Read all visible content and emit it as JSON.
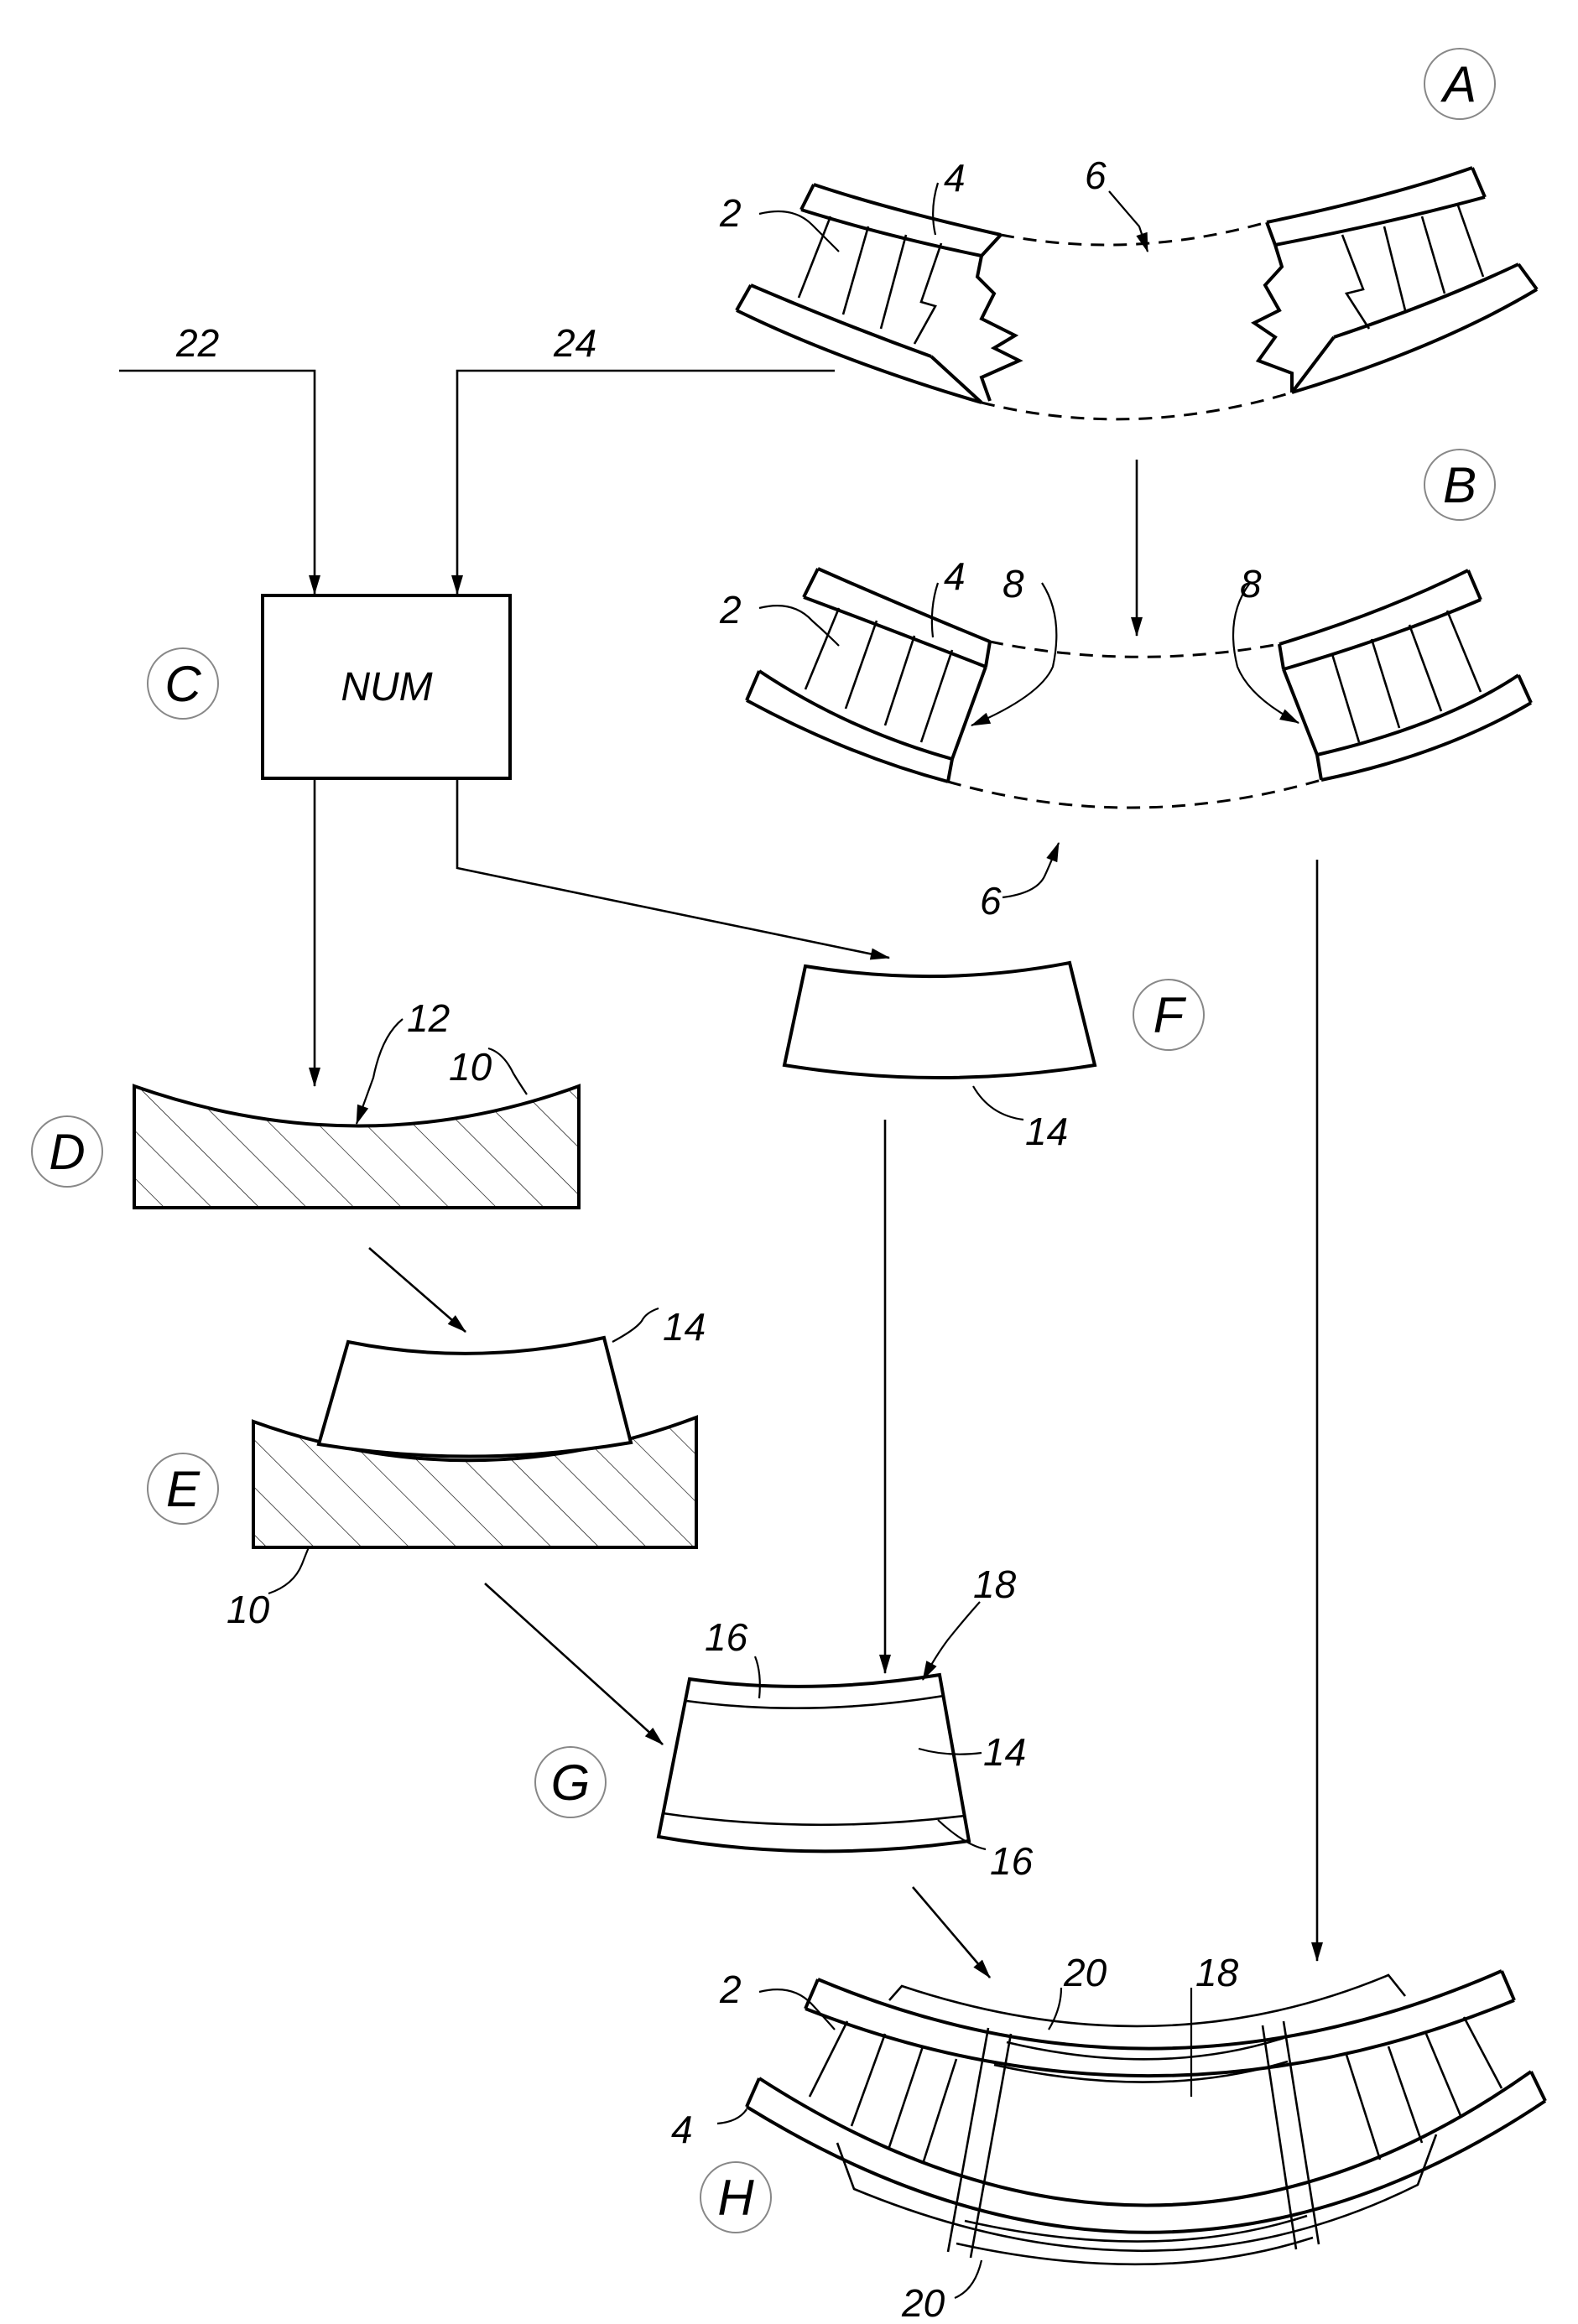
{
  "steps": [
    "A",
    "B",
    "C",
    "D",
    "E",
    "F",
    "G",
    "H"
  ],
  "box_label": "NUM",
  "refs": {
    "r2": "2",
    "r4": "4",
    "r6": "6",
    "r8": "8",
    "r10": "10",
    "r12": "12",
    "r14": "14",
    "r16": "16",
    "r18": "18",
    "r20": "20",
    "r22": "22",
    "r24": "24"
  }
}
